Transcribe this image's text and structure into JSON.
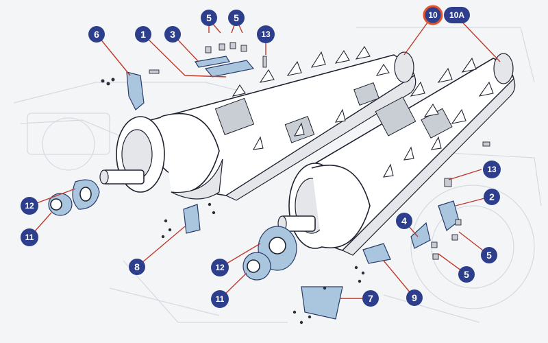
{
  "callouts": {
    "c1": "1",
    "c2": "2",
    "c3": "3",
    "c4": "4",
    "c5a": "5",
    "c5b": "5",
    "c5c": "5",
    "c5d": "5",
    "c6": "6",
    "c7": "7",
    "c8": "8",
    "c9": "9",
    "c10": "10",
    "c10a": "10A",
    "c11a": "11",
    "c11b": "11",
    "c12a": "12",
    "c12b": "12",
    "c13a": "13",
    "c13b": "13"
  },
  "colors": {
    "badge": "#2d3e8c",
    "leader": "#c0392b",
    "highlight_ring": "#e5532b",
    "part_fill": "#a9c6de"
  }
}
